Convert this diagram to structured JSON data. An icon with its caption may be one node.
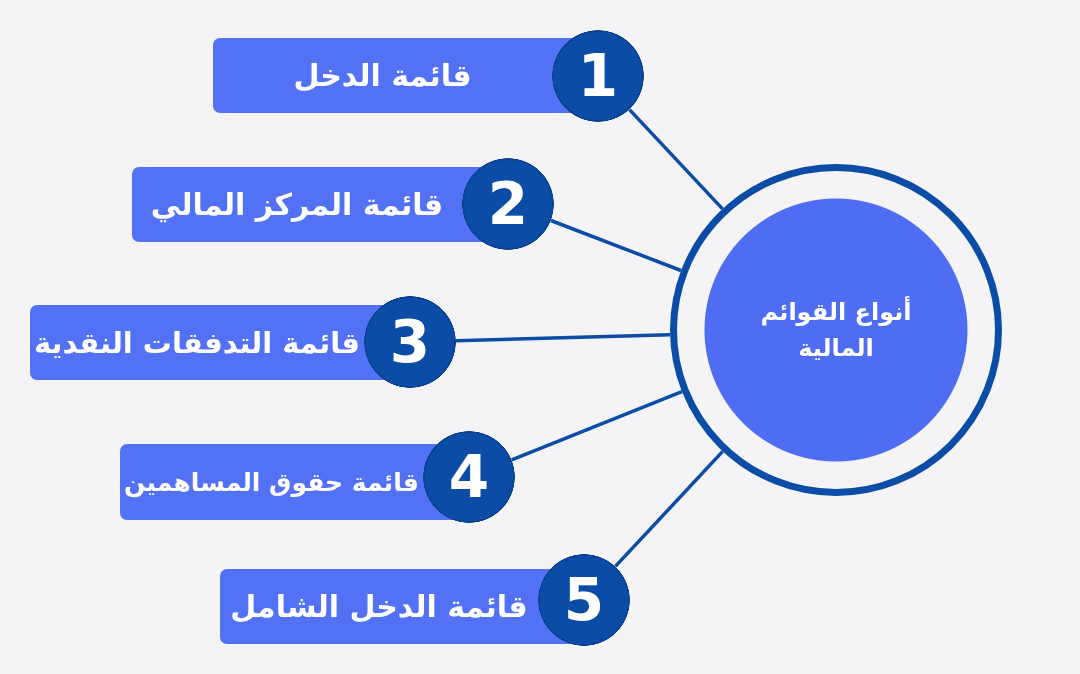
{
  "diagram": {
    "nodes": [
      {
        "text": [
          "أنواع القوائم المالية"
        ]
      },
      {
        "text": [
          "1"
        ]
      },
      {
        "text": [
          "قائمة الدخل"
        ]
      },
      {
        "text": [
          "2"
        ]
      },
      {
        "text": [
          "قائمة المركز المالي"
        ]
      },
      {
        "text": [
          "3"
        ]
      },
      {
        "text": [
          "قائمة التدفقات النقدية"
        ]
      },
      {
        "text": [
          "4"
        ]
      },
      {
        "text": [
          "قائمة حقوق المساهمين"
        ]
      },
      {
        "text": [
          "5"
        ]
      },
      {
        "text": [
          "قائمة الدخل الشامل"
        ]
      }
    ],
    "edges": [
      {
        "from": 0,
        "to": 1,
        "arrow": "none"
      },
      {
        "from": 0,
        "to": 3,
        "arrow": "none"
      },
      {
        "from": 0,
        "to": 5,
        "arrow": "none"
      },
      {
        "from": 0,
        "to": 7,
        "arrow": "none"
      },
      {
        "from": 0,
        "to": 9,
        "arrow": "none"
      }
    ]
  }
}
